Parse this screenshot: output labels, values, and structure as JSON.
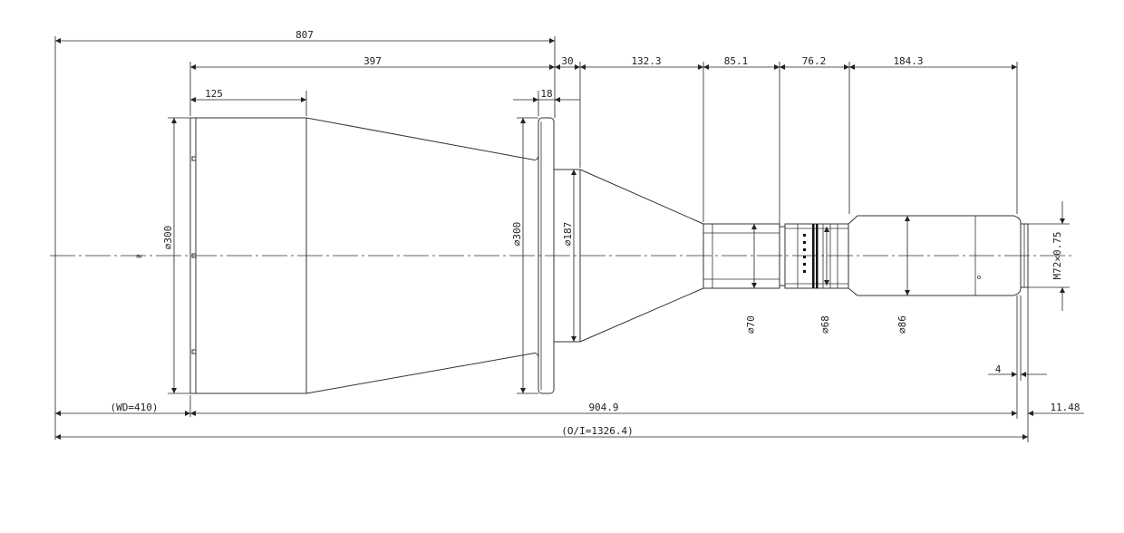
{
  "labels": {
    "d807": "807",
    "d397": "397",
    "d125": "125",
    "d18": "18",
    "d30": "30",
    "d132_3": "132.3",
    "d85_1": "85.1",
    "d76_2": "76.2",
    "d184_3": "184.3",
    "dia300_left": "⌀300",
    "dia300_flange": "⌀300",
    "dia187": "⌀187",
    "dia70": "⌀70",
    "dia68": "⌀68",
    "dia86": "⌀86",
    "thread": "M72×0.75",
    "d4": "4",
    "wd": "(WD=410)",
    "d904_9": "904.9",
    "d11_48": "11.48",
    "oi": "(O/I=1326.4)",
    "break_mark": "≈"
  }
}
